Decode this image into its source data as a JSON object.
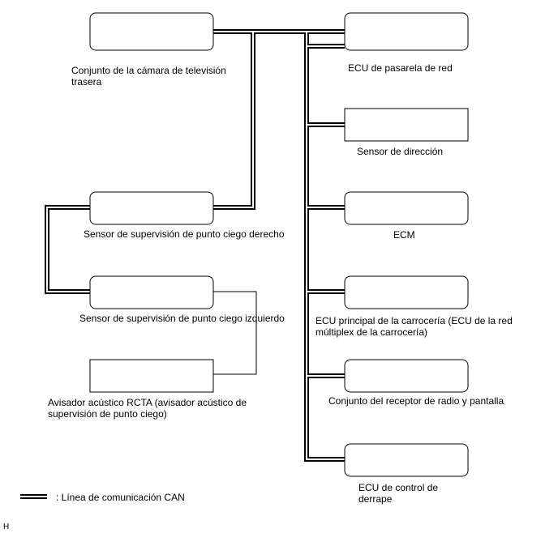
{
  "components": {
    "rear_camera": "Conjunto de la cámara de televisión\ntrasera",
    "blind_spot_right": "Sensor de supervisión de punto ciego derecho",
    "blind_spot_left": "Sensor de supervisión de punto ciego izquierdo",
    "rcta_buzzer": "Avisador acústico RCTA (avisador acústico de\nsupervisión de punto ciego)",
    "gateway_ecu": "ECU de pasarela de red",
    "steering_sensor": "Sensor de dirección",
    "ecm": "ECM",
    "main_body_ecu": "ECU principal de la carrocería (ECU de la red\nmúltiplex de la carrocería)",
    "radio_receiver": "Conjunto del receptor de radio y pantalla",
    "skid_control_ecu": "ECU de control de\nderrape"
  },
  "legend": {
    "can_line": ": Línea de comunicación CAN"
  },
  "corner_code": "H",
  "colors": {
    "line": "#000000",
    "background": "#ffffff"
  }
}
